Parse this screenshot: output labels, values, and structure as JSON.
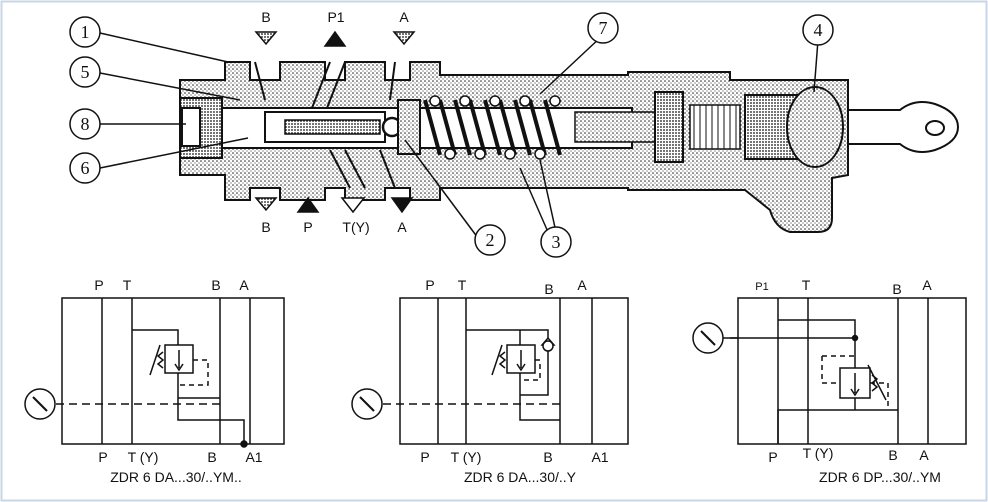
{
  "section_view": {
    "callouts": [
      "1",
      "5",
      "8",
      "6",
      "7",
      "4",
      "2",
      "3"
    ],
    "ports_top": [
      "B",
      "P1",
      "A"
    ],
    "ports_bottom": [
      "B",
      "P",
      "T(Y)",
      "A"
    ]
  },
  "symbol_1": {
    "top_labels": [
      "P",
      "T",
      "B",
      "A"
    ],
    "bottom_labels": [
      "P",
      "T (Y)",
      "B",
      "A1"
    ],
    "caption": "ZDR 6 DA...30/..YM.."
  },
  "symbol_2": {
    "top_labels": [
      "P",
      "T",
      "B",
      "A"
    ],
    "bottom_labels": [
      "P",
      "T (Y)",
      "B",
      "A1"
    ],
    "caption": "ZDR 6 DA...30/..Y"
  },
  "symbol_3": {
    "top_labels": [
      "P1",
      "T",
      "B",
      "A"
    ],
    "bottom_labels": [
      "P",
      "T (Y)",
      "B",
      "A"
    ],
    "caption": "ZDR 6 DP...30/..YM"
  },
  "colors": {
    "ink": "#111111",
    "border": "#c9d6e6",
    "paper": "#ffffff"
  }
}
